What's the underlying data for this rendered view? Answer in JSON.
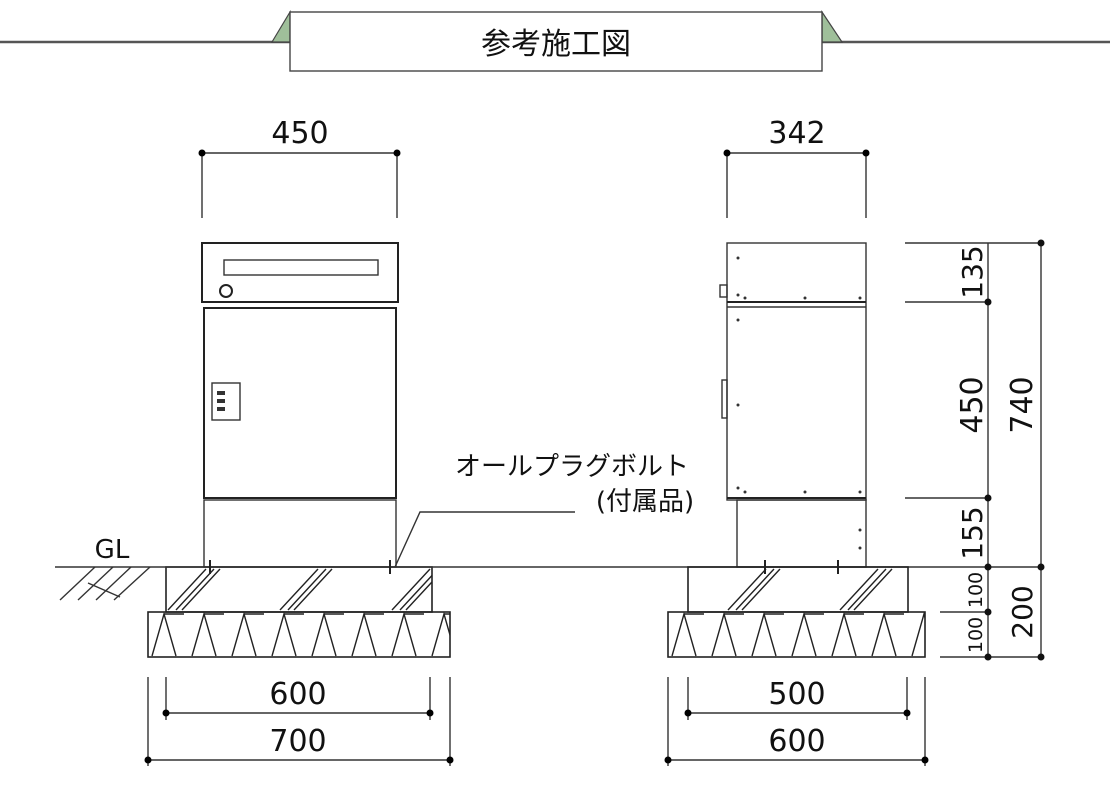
{
  "header": {
    "title": "参考施工図",
    "accent_color": "#9fbf9a"
  },
  "front_view": {
    "width_dim": "450",
    "base_inner_dim": "600",
    "base_outer_dim": "700",
    "ground_label": "GL"
  },
  "side_view": {
    "width_dim": "342",
    "base_inner_dim": "500",
    "base_outer_dim": "600"
  },
  "callout": {
    "line1": "オールプラグボルト",
    "line2": "(付属品)"
  },
  "height_dims": {
    "top": "135",
    "door": "450",
    "base": "155",
    "total": "740",
    "concrete_upper": "100",
    "concrete_lower": "100",
    "foundation_total": "200"
  }
}
